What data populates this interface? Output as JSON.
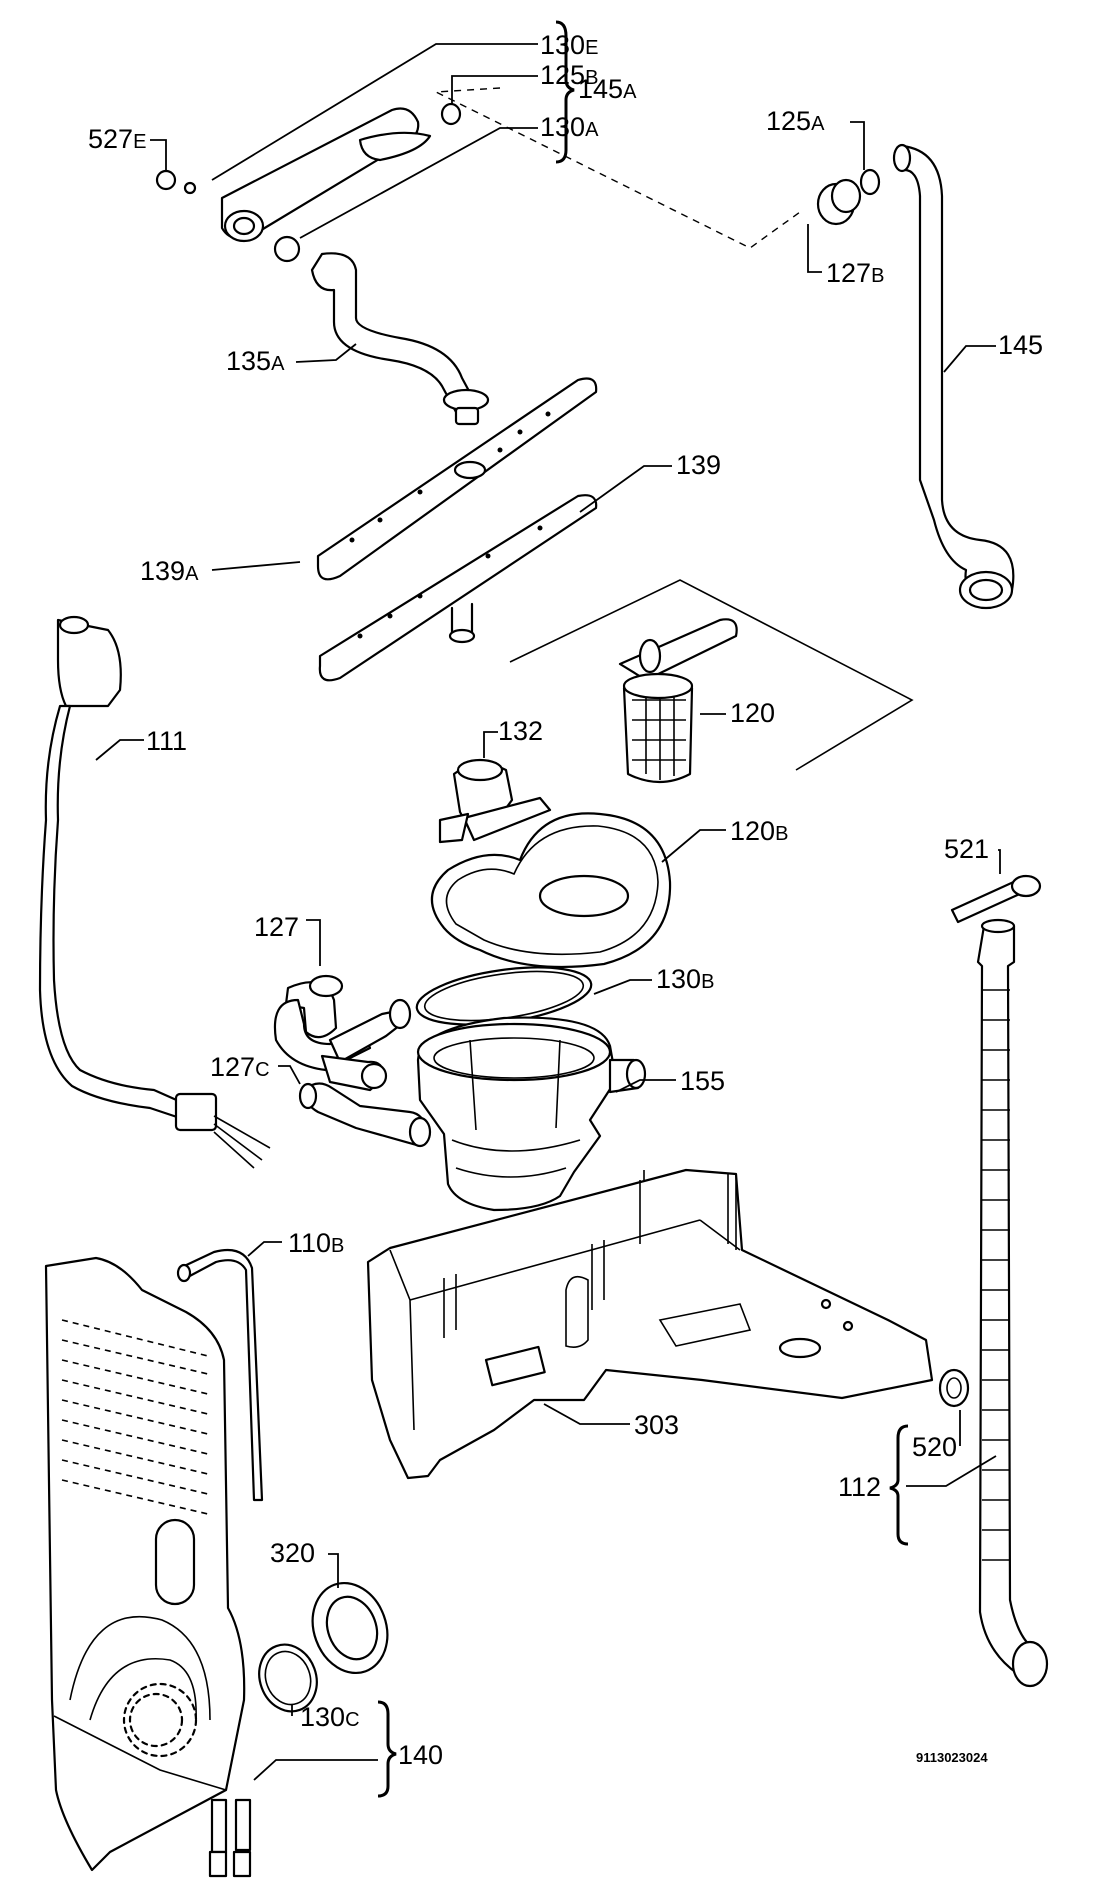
{
  "labels": {
    "l_130e": {
      "num": "130",
      "suf": "E"
    },
    "l_125b": {
      "num": "125",
      "suf": "B"
    },
    "l_145a": {
      "num": "145",
      "suf": "A"
    },
    "l_130a": {
      "num": "130",
      "suf": "A"
    },
    "l_527e": {
      "num": "527",
      "suf": "E"
    },
    "l_125a": {
      "num": "125",
      "suf": "A"
    },
    "l_127b": {
      "num": "127",
      "suf": "B"
    },
    "l_135a": {
      "num": "135",
      "suf": "A"
    },
    "l_145": {
      "num": "145",
      "suf": ""
    },
    "l_139": {
      "num": "139",
      "suf": ""
    },
    "l_139a": {
      "num": "139",
      "suf": "A"
    },
    "l_111": {
      "num": "111",
      "suf": ""
    },
    "l_132": {
      "num": "132",
      "suf": ""
    },
    "l_120": {
      "num": "120",
      "suf": ""
    },
    "l_120b": {
      "num": "120",
      "suf": "B"
    },
    "l_521": {
      "num": "521",
      "suf": ""
    },
    "l_127": {
      "num": "127",
      "suf": ""
    },
    "l_130b": {
      "num": "130",
      "suf": "B"
    },
    "l_127c": {
      "num": "127",
      "suf": "C"
    },
    "l_155": {
      "num": "155",
      "suf": ""
    },
    "l_110b": {
      "num": "110",
      "suf": "B"
    },
    "l_303": {
      "num": "303",
      "suf": ""
    },
    "l_520": {
      "num": "520",
      "suf": ""
    },
    "l_112": {
      "num": "112",
      "suf": ""
    },
    "l_320": {
      "num": "320",
      "suf": ""
    },
    "l_130c": {
      "num": "130",
      "suf": "C"
    },
    "l_140": {
      "num": "140",
      "suf": ""
    }
  },
  "drawing_code": "9113023024"
}
